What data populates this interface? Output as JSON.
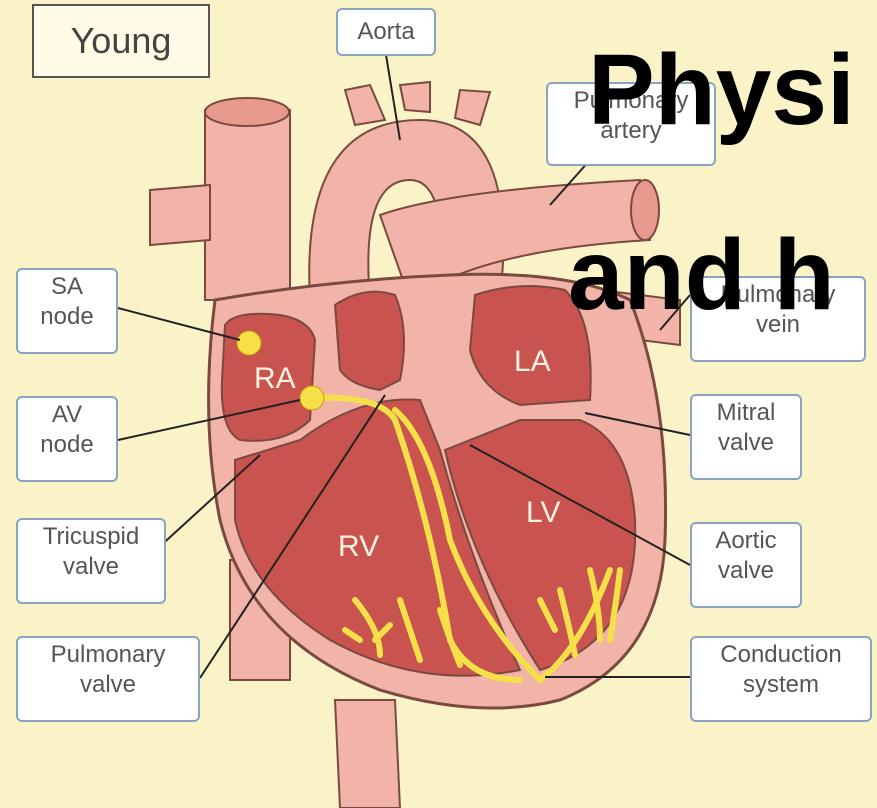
{
  "tag": "Young",
  "overlay": {
    "line1": "Physi",
    "line2": "and h"
  },
  "chambers": {
    "ra": "RA",
    "la": "LA",
    "rv": "RV",
    "lv": "LV"
  },
  "labels": {
    "aorta": [
      "Aorta"
    ],
    "pulmonary_artery": [
      "Pulmonary",
      "artery"
    ],
    "pulmonary_vein": [
      "Pulmonary",
      "vein"
    ],
    "sa_node": [
      "SA",
      "node"
    ],
    "av_node": [
      "AV",
      "node"
    ],
    "tricuspid_valve": [
      "Tricuspid",
      "valve"
    ],
    "pulmonary_valve": [
      "Pulmonary",
      "valve"
    ],
    "mitral_valve": [
      "Mitral",
      "valve"
    ],
    "aortic_valve": [
      "Aortic",
      "valve"
    ],
    "conduction_system": [
      "Conduction",
      "system"
    ]
  },
  "colors": {
    "background": "#fbf3c8",
    "vessel": "#f2b3a8",
    "chamber": "#c9534f",
    "conduction": "#f6e04a"
  }
}
